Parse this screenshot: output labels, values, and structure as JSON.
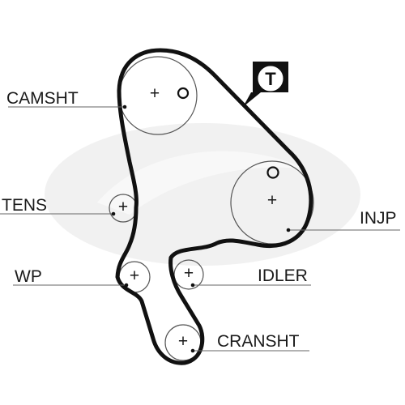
{
  "diagram": {
    "labels": {
      "camshaft": "CAMSHT",
      "tensioner": "TENS",
      "water_pump": "WP",
      "injection_pump": "INJP",
      "idler": "IDLER",
      "crankshaft": "CRANSHT"
    },
    "tensioner_badge": "T",
    "center_mark": "+",
    "colors": {
      "belt": "#111111",
      "pulley": "#555555",
      "leader": "#666666",
      "watermark": "#dcdcdc",
      "badge_bg": "#111111",
      "badge_fg": "#111111"
    }
  }
}
